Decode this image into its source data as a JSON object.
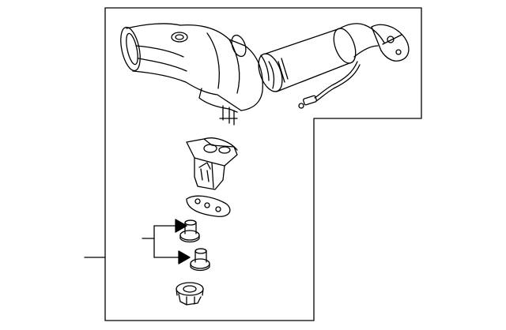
{
  "diagram": {
    "parts": [
      {
        "id": "catalytic-converter-assembly"
      },
      {
        "id": "mounting-bracket"
      },
      {
        "id": "gasket"
      },
      {
        "id": "stud-upper"
      },
      {
        "id": "stud-lower"
      },
      {
        "id": "nut"
      }
    ]
  }
}
